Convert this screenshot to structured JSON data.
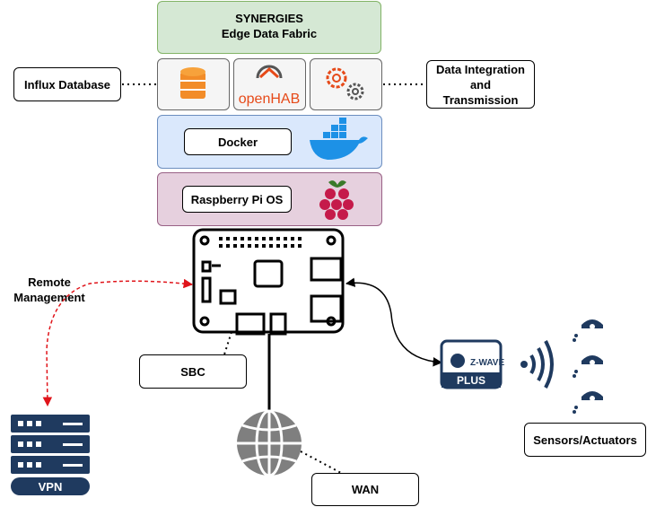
{
  "top_block": {
    "line1": "SYNERGIES",
    "line2": "Edge Data Fabric"
  },
  "apps": {
    "influx_label": "Influx Database",
    "openhab_logo_text": "openHAB",
    "data_integration_label": "Data Integration and Transmission"
  },
  "docker": {
    "label": "Docker"
  },
  "os": {
    "label": "Raspberry Pi OS"
  },
  "hardware": {
    "sbc_label": "SBC"
  },
  "remote": {
    "label": "Remote Management",
    "vpn_label": "VPN"
  },
  "network": {
    "wan_label": "WAN"
  },
  "zwave": {
    "logo_text": "Z-WAVE",
    "plus_text": "PLUS"
  },
  "sensors": {
    "label": "Sensors/Actuators"
  },
  "colors": {
    "green_fill": "#d5e8d4",
    "green_border": "#82b366",
    "grey_fill": "#f5f5f5",
    "grey_border": "#666666",
    "blue_fill": "#dae8fc",
    "blue_border": "#6c8ebf",
    "pink_fill": "#e6d0de",
    "pink_border": "#996185",
    "docker_blue": "#1d91e6",
    "raspberry_red": "#c51a4a",
    "openhab_orange": "#e64a19",
    "navy": "#1f3a5f",
    "red_dashed": "#e0141a"
  }
}
